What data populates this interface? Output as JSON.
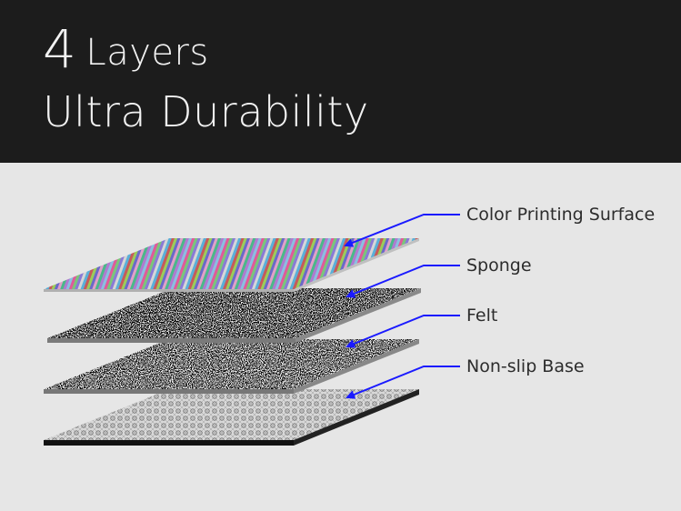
{
  "header": {
    "number": "4",
    "line1": "Layers",
    "line2": "Ultra Durability"
  },
  "layers": [
    {
      "label": "Color Printing Surface"
    },
    {
      "label": "Sponge"
    },
    {
      "label": "Felt"
    },
    {
      "label": "Non-slip Base"
    }
  ],
  "colors": {
    "header_bg": "#1c1c1c",
    "page_bg": "#e6e6e6",
    "callout": "#1a1aff",
    "base_edge": "#111111"
  }
}
